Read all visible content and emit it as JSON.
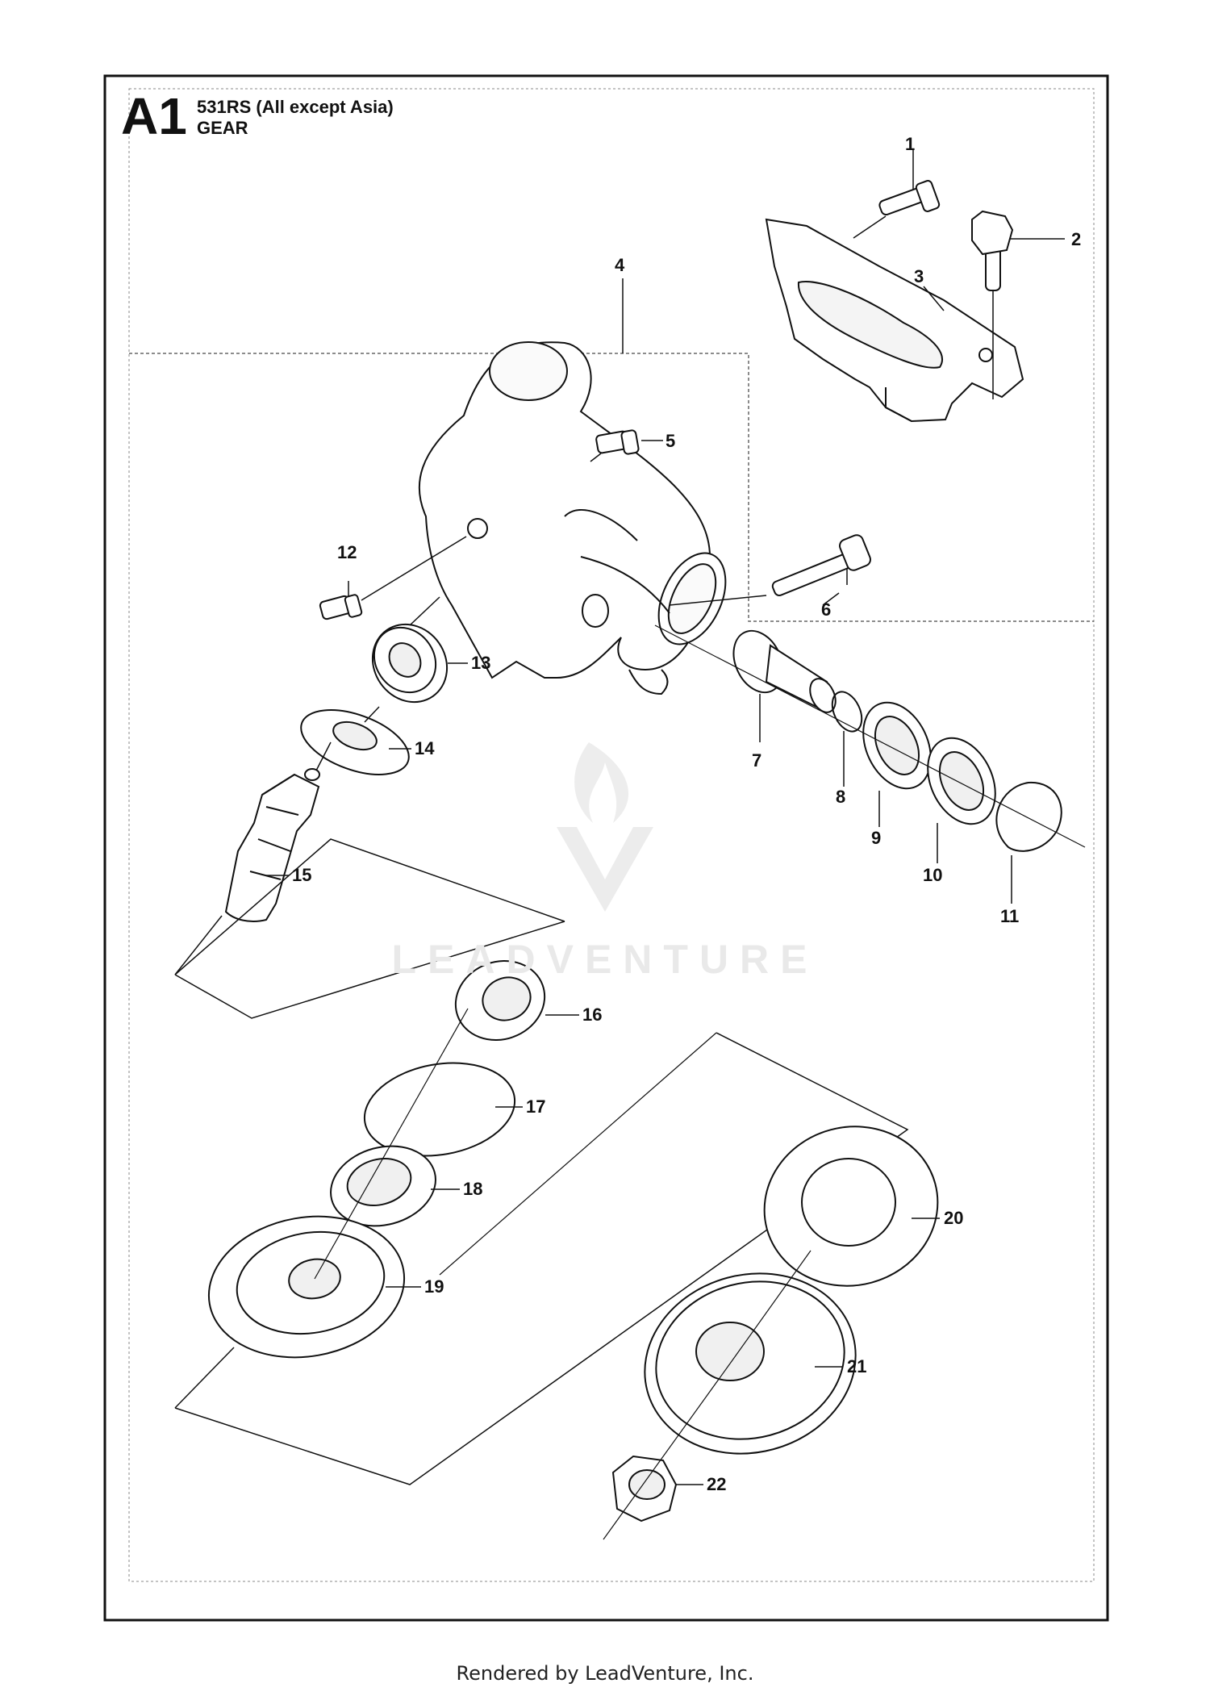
{
  "header": {
    "section": "A1",
    "model": "531RS (All except Asia)",
    "assembly": "GEAR"
  },
  "watermark": "LEADVENTURE",
  "footer": "Rendered by LeadVenture, Inc.",
  "parts": [
    {
      "id": "part-1",
      "label": "1"
    },
    {
      "id": "part-2",
      "label": "2"
    },
    {
      "id": "part-3",
      "label": "3"
    },
    {
      "id": "part-4",
      "label": "4"
    },
    {
      "id": "part-5",
      "label": "5"
    },
    {
      "id": "part-6",
      "label": "6"
    },
    {
      "id": "part-7",
      "label": "7"
    },
    {
      "id": "part-8",
      "label": "8"
    },
    {
      "id": "part-9",
      "label": "9"
    },
    {
      "id": "part-10",
      "label": "10"
    },
    {
      "id": "part-11",
      "label": "11"
    },
    {
      "id": "part-12",
      "label": "12"
    },
    {
      "id": "part-13",
      "label": "13"
    },
    {
      "id": "part-14",
      "label": "14"
    },
    {
      "id": "part-15",
      "label": "15"
    },
    {
      "id": "part-16",
      "label": "16"
    },
    {
      "id": "part-17",
      "label": "17"
    },
    {
      "id": "part-18",
      "label": "18"
    },
    {
      "id": "part-19",
      "label": "19"
    },
    {
      "id": "part-20",
      "label": "20"
    },
    {
      "id": "part-21",
      "label": "21"
    },
    {
      "id": "part-22",
      "label": "22"
    }
  ]
}
